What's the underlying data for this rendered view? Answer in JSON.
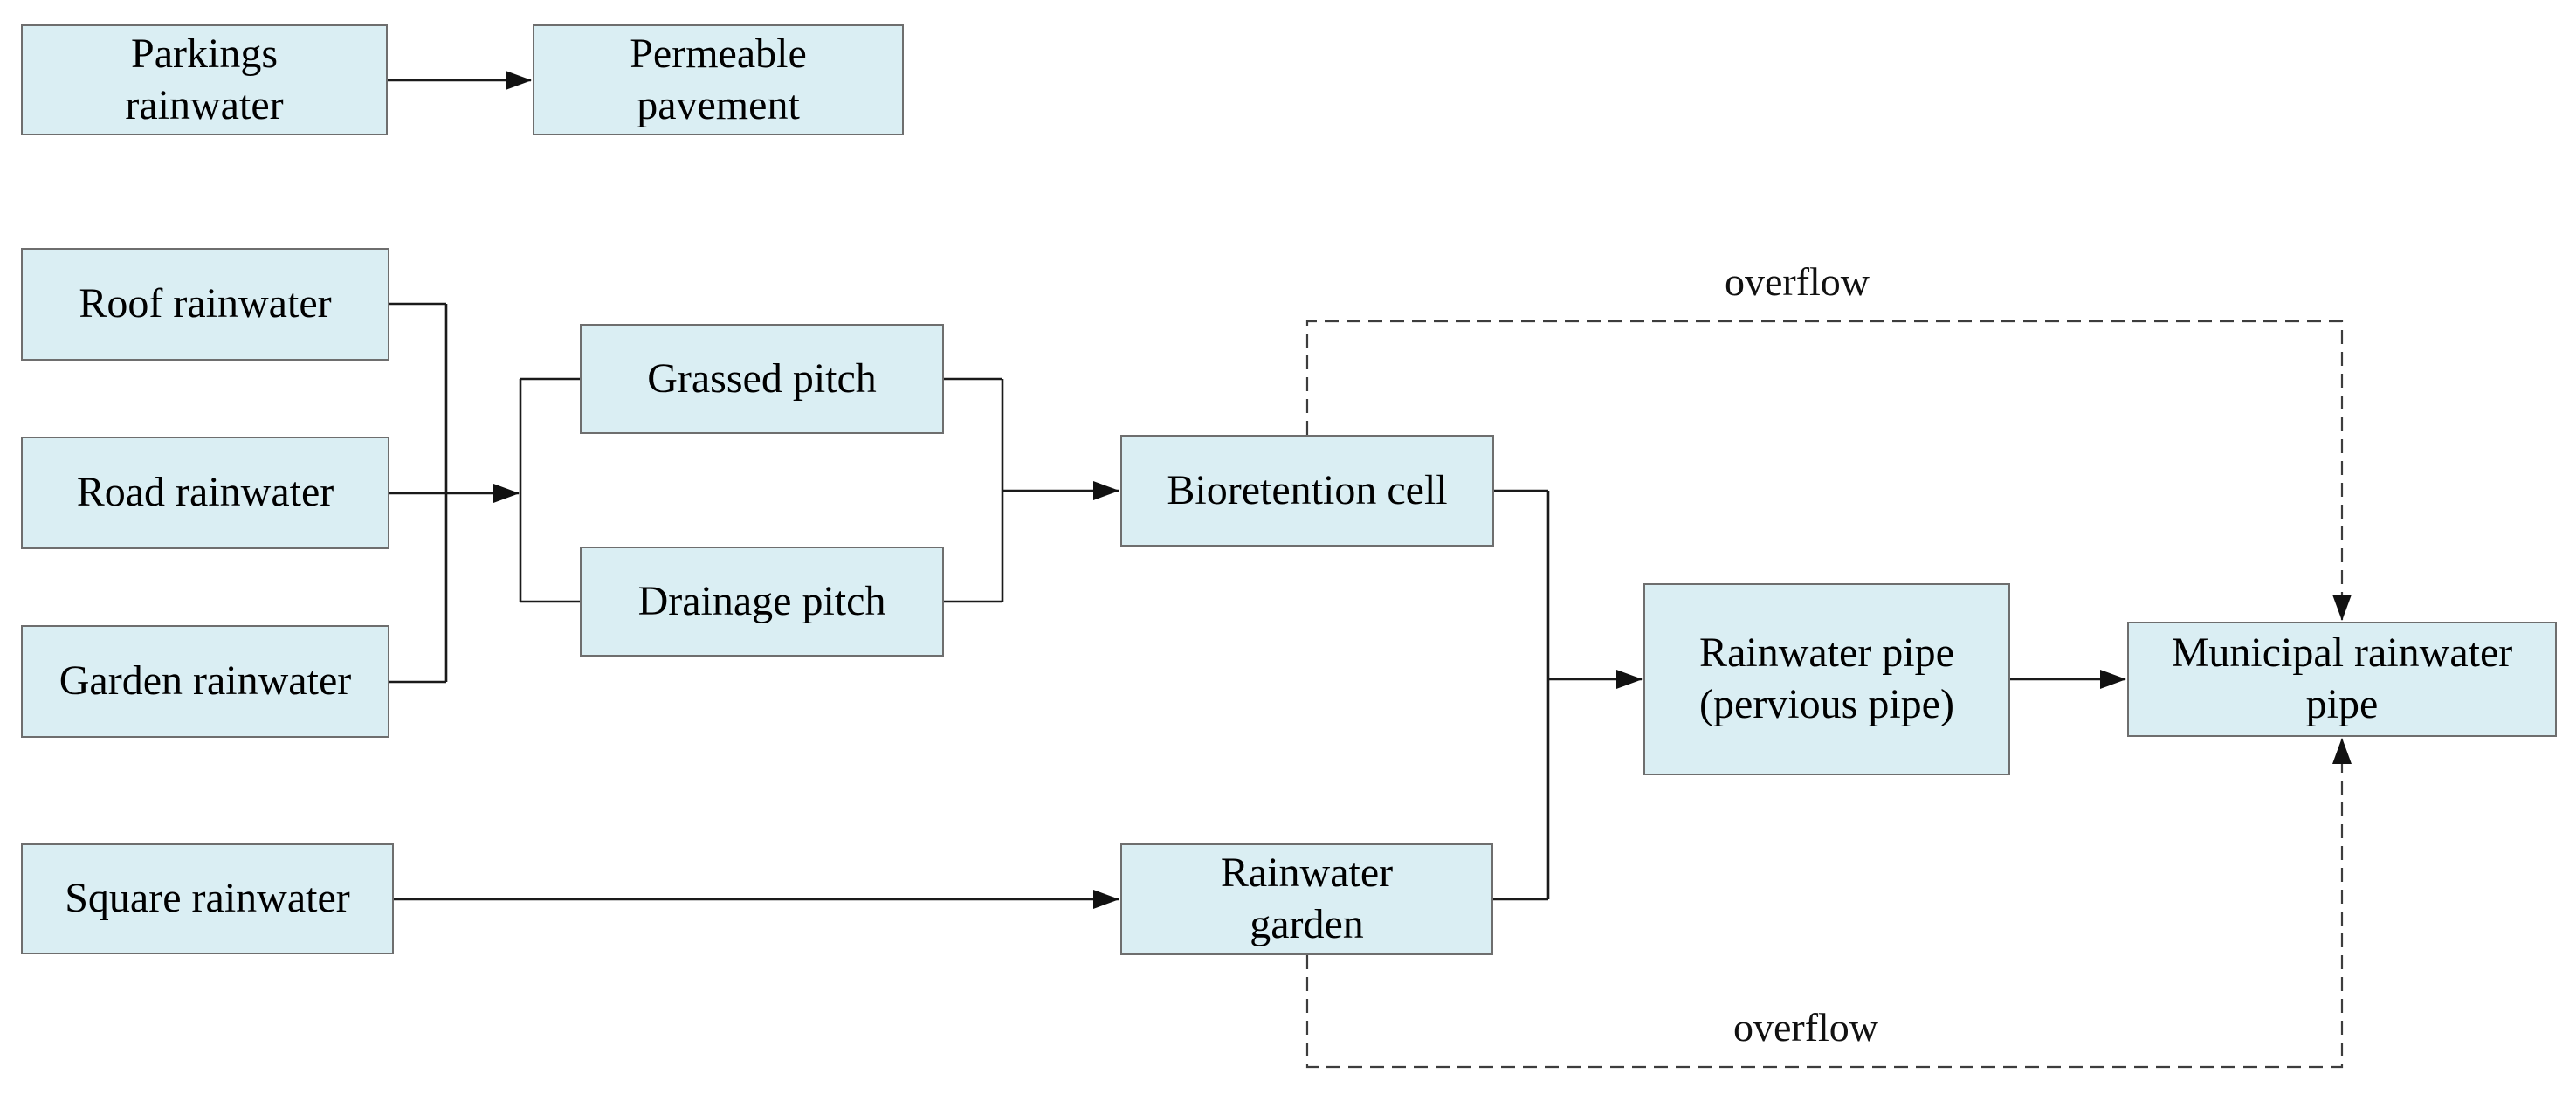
{
  "diagram": {
    "nodes": {
      "parkings_rainwater": {
        "label": "Parkings\nrainwater"
      },
      "permeable_pavement": {
        "label": "Permeable\npavement"
      },
      "roof_rainwater": {
        "label": "Roof rainwater"
      },
      "road_rainwater": {
        "label": "Road rainwater"
      },
      "garden_rainwater": {
        "label": "Garden rainwater"
      },
      "square_rainwater": {
        "label": "Square rainwater"
      },
      "grassed_pitch": {
        "label": "Grassed pitch"
      },
      "drainage_pitch": {
        "label": "Drainage pitch"
      },
      "bioretention_cell": {
        "label": "Bioretention cell"
      },
      "rainwater_garden": {
        "label": "Rainwater\ngarden"
      },
      "rainwater_pipe": {
        "label": "Rainwater pipe\n(pervious pipe)"
      },
      "municipal_rainwater_pipe": {
        "label": "Municipal rainwater\npipe"
      }
    },
    "edge_labels": {
      "overflow_top": "overflow",
      "overflow_bottom": "overflow"
    },
    "edges": [
      {
        "from": "Parkings rainwater",
        "to": "Permeable pavement",
        "style": "solid-arrow"
      },
      {
        "from": "Roof rainwater",
        "to": "junction",
        "style": "solid"
      },
      {
        "from": "Road rainwater",
        "to": "junction",
        "style": "solid"
      },
      {
        "from": "Garden rainwater",
        "to": "junction",
        "style": "solid"
      },
      {
        "from": "junction",
        "to": "Grassed pitch",
        "style": "solid-arrow"
      },
      {
        "from": "junction",
        "to": "Drainage pitch",
        "style": "solid-arrow"
      },
      {
        "from": "Grassed pitch",
        "to": "Bioretention cell",
        "style": "solid-arrow"
      },
      {
        "from": "Drainage pitch",
        "to": "Bioretention cell",
        "style": "solid-arrow"
      },
      {
        "from": "Square rainwater",
        "to": "Rainwater garden",
        "style": "solid-arrow"
      },
      {
        "from": "Bioretention cell",
        "to": "Rainwater pipe (pervious pipe)",
        "style": "solid-arrow"
      },
      {
        "from": "Rainwater garden",
        "to": "Rainwater pipe (pervious pipe)",
        "style": "solid-arrow"
      },
      {
        "from": "Rainwater pipe (pervious pipe)",
        "to": "Municipal rainwater pipe",
        "style": "solid-arrow"
      },
      {
        "from": "Bioretention cell",
        "to": "Municipal rainwater pipe",
        "style": "dashed-arrow",
        "label": "overflow"
      },
      {
        "from": "Rainwater garden",
        "to": "Municipal rainwater pipe",
        "style": "dashed-arrow",
        "label": "overflow"
      }
    ],
    "colors": {
      "node_fill": "#daeef3",
      "node_border": "#6e6e6e",
      "solid_connector": "#1a1a1a",
      "dashed_connector": "#3d3d3d",
      "text": "#000000",
      "background": "#ffffff"
    }
  }
}
